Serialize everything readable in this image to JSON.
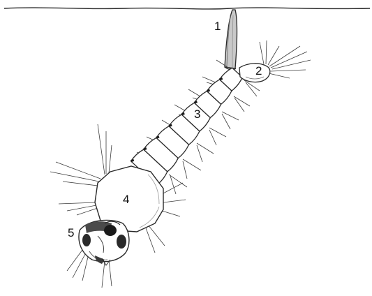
{
  "diagram": {
    "labels": [
      "1",
      "2",
      "3",
      "4",
      "5"
    ],
    "colors": {
      "ink": "#2a2a2a",
      "body_fill": "#ffffff",
      "shade": "#6f6f6f",
      "siphon_fill": "#c9c9c9"
    }
  }
}
